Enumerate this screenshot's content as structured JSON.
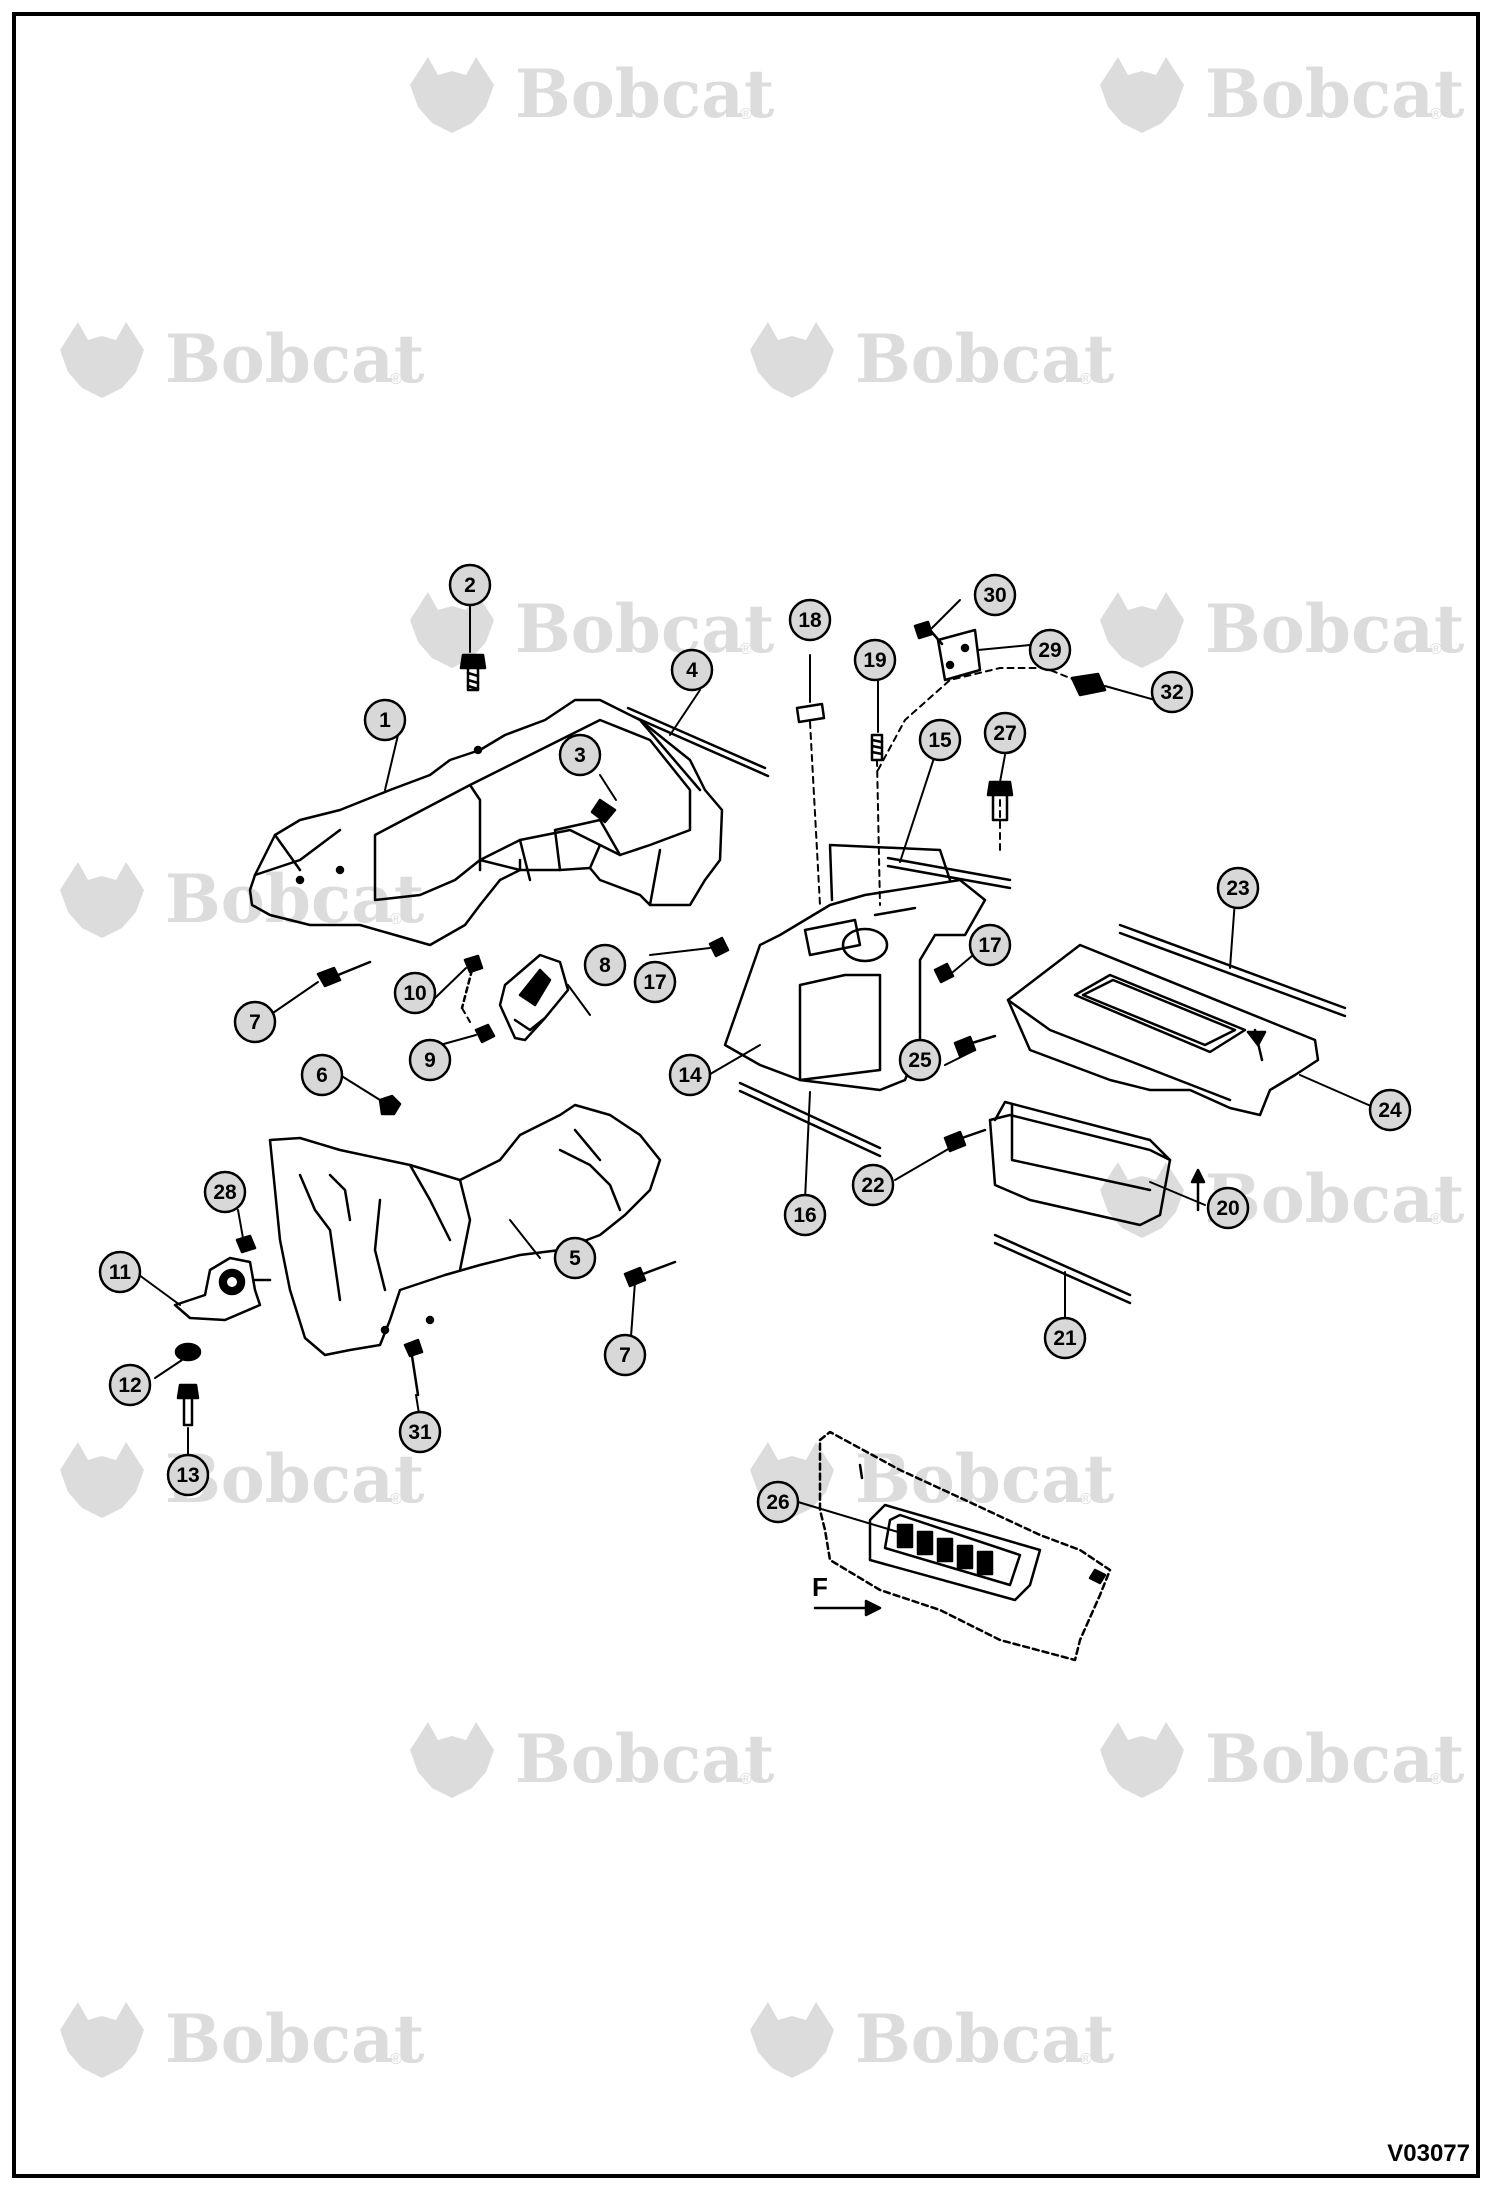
{
  "watermark": {
    "brand": "Bobcat",
    "reg_mark": "®"
  },
  "figure_code": "V03077",
  "direction_label": "F",
  "callouts": [
    "1",
    "2",
    "3",
    "4",
    "5",
    "6",
    "7",
    "7",
    "8",
    "9",
    "10",
    "11",
    "12",
    "13",
    "14",
    "15",
    "16",
    "17",
    "17",
    "18",
    "19",
    "20",
    "21",
    "22",
    "23",
    "24",
    "25",
    "26",
    "27",
    "28",
    "29",
    "30",
    "31",
    "32"
  ],
  "colors": {
    "line": "#000000",
    "watermark": "#dcdcdc",
    "callout_fill": "#d8d8d8",
    "background": "#ffffff"
  }
}
